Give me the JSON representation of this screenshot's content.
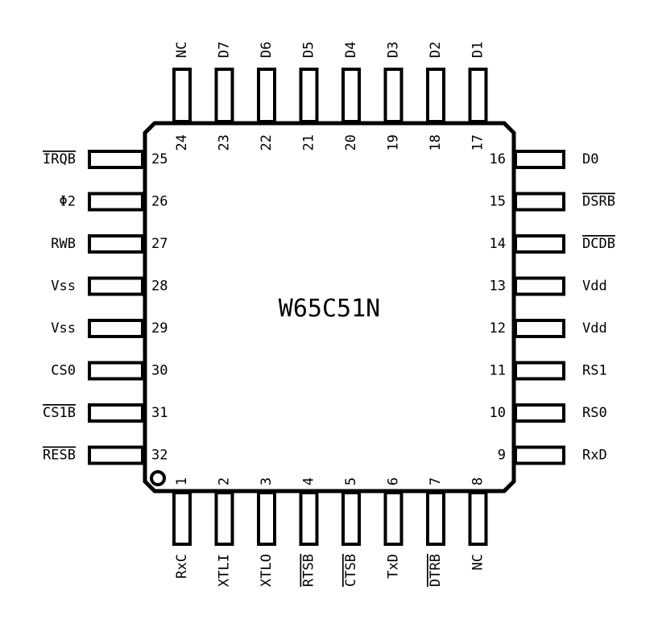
{
  "chip": {
    "name": "W65C51N",
    "pin1_marker": "pin-1-dot",
    "pins": {
      "bottom": [
        {
          "num": "1",
          "label": "RxC",
          "overline": false
        },
        {
          "num": "2",
          "label": "XTLI",
          "overline": false
        },
        {
          "num": "3",
          "label": "XTLO",
          "overline": false
        },
        {
          "num": "4",
          "label": "RTSB",
          "overline": true
        },
        {
          "num": "5",
          "label": "CTSB",
          "overline": true
        },
        {
          "num": "6",
          "label": "TxD",
          "overline": false
        },
        {
          "num": "7",
          "label": "DTRB",
          "overline": true
        },
        {
          "num": "8",
          "label": "NC",
          "overline": false
        }
      ],
      "right": [
        {
          "num": "9",
          "label": "RxD",
          "overline": false
        },
        {
          "num": "10",
          "label": "RS0",
          "overline": false
        },
        {
          "num": "11",
          "label": "RS1",
          "overline": false
        },
        {
          "num": "12",
          "label": "Vdd",
          "overline": false
        },
        {
          "num": "13",
          "label": "Vdd",
          "overline": false
        },
        {
          "num": "14",
          "label": "DCDB",
          "overline": true
        },
        {
          "num": "15",
          "label": "DSRB",
          "overline": true
        },
        {
          "num": "16",
          "label": "D0",
          "overline": false
        }
      ],
      "top": [
        {
          "num": "17",
          "label": "D1",
          "overline": false
        },
        {
          "num": "18",
          "label": "D2",
          "overline": false
        },
        {
          "num": "19",
          "label": "D3",
          "overline": false
        },
        {
          "num": "20",
          "label": "D4",
          "overline": false
        },
        {
          "num": "21",
          "label": "D5",
          "overline": false
        },
        {
          "num": "22",
          "label": "D6",
          "overline": false
        },
        {
          "num": "23",
          "label": "D7",
          "overline": false
        },
        {
          "num": "24",
          "label": "NC",
          "overline": false
        }
      ],
      "left": [
        {
          "num": "25",
          "label": "IRQB",
          "overline": true
        },
        {
          "num": "26",
          "label": "Φ2",
          "overline": false
        },
        {
          "num": "27",
          "label": "RWB",
          "overline": false
        },
        {
          "num": "28",
          "label": "Vss",
          "overline": false
        },
        {
          "num": "29",
          "label": "Vss",
          "overline": false
        },
        {
          "num": "30",
          "label": "CS0",
          "overline": false
        },
        {
          "num": "31",
          "label": "CS1B",
          "overline": true
        },
        {
          "num": "32",
          "label": "RESB",
          "overline": true
        }
      ]
    }
  }
}
